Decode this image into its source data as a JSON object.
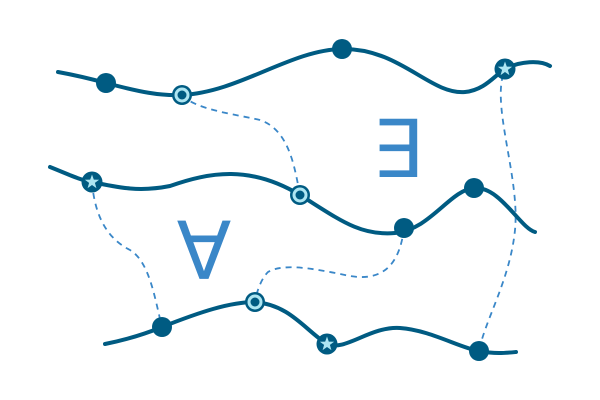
{
  "diagram": {
    "symbols": [
      "∃",
      "∀"
    ],
    "node_types": [
      "dot",
      "ring",
      "star"
    ],
    "colors": {
      "strand": "#005b82",
      "node_fill": "#005b82",
      "node_light": "#aee6f2",
      "link": "#3a87c8",
      "symbol": "#3a87c8"
    }
  }
}
